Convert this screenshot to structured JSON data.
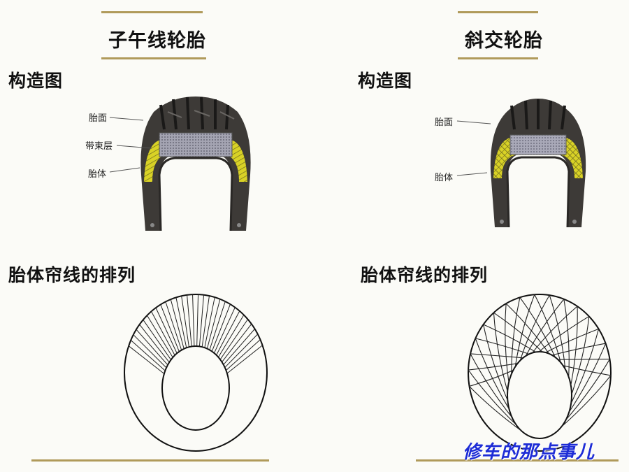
{
  "left": {
    "title": "子午线轮胎",
    "structure_heading": "构造图",
    "labels": [
      "胎面",
      "带束层",
      "胎体"
    ],
    "cord_heading": "胎体帘线的排列"
  },
  "right": {
    "title": "斜交轮胎",
    "structure_heading": "构造图",
    "labels": [
      "胎面",
      "胎体"
    ],
    "cord_heading": "胎体帘线的排列"
  },
  "watermark": "修车的那点事儿",
  "colors": {
    "rule": "#b09a5a",
    "tire_dark": "#3a3836",
    "ply": "#d8d02a",
    "belt": "#9a9aa8",
    "watermark": "#1d2cd6"
  }
}
